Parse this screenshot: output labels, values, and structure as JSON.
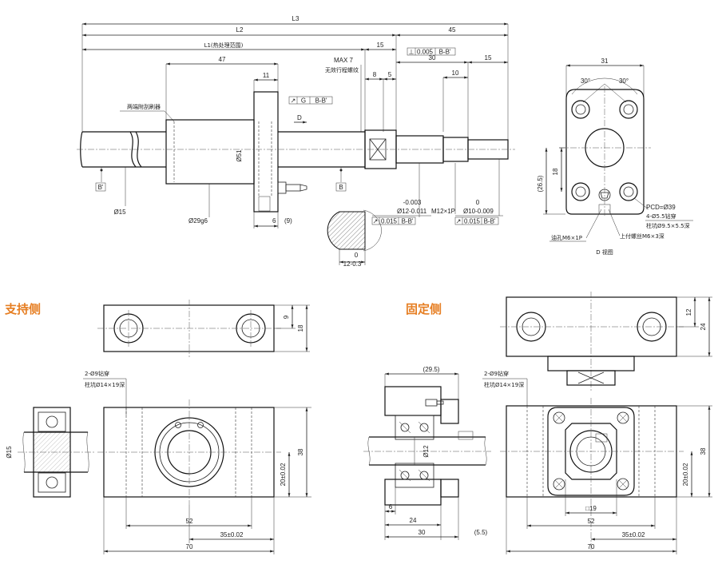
{
  "top_view": {
    "L3": "L3",
    "L2": "L2",
    "L1": "L1(热处理范围)",
    "d45": "45",
    "d15a": "15",
    "d47": "47",
    "max7": "MAX 7",
    "no_thread": "无效行程螺纹",
    "d11": "11",
    "d15b": "15",
    "d30": "30",
    "d8": "8",
    "d5": "5",
    "d10": "10",
    "tol_perp": "⊥",
    "tol_perp_val": "0.005",
    "tol_perp_ref": "B-B'",
    "wiper": "两端附刮刷器",
    "tol_run": "↗",
    "tol_G": "G",
    "tol_run_ref": "B-B'",
    "D": "D",
    "d51": "Ø51",
    "B1": "B'",
    "B2": "B",
    "d15c": "Ø15",
    "d29": "Ø29g6",
    "d6": "6",
    "d9": "(9)",
    "tol_a": "-0.003",
    "d12": "Ø12-0.011",
    "m12": "M12×1P",
    "tol_b": "0",
    "d10b": "Ø10-0.009",
    "run1": "0.015",
    "run1_ref": "B-B'",
    "run2": "0.015",
    "run2_ref": "B-B'",
    "key_0": "0",
    "key_12": "12-0.3"
  },
  "d_view": {
    "d31": "31",
    "a30l": "30°",
    "a30r": "30°",
    "d18": "18",
    "d26": "(26.5)",
    "pcd": "PCD=Ø39",
    "holes": "4-Ø5.5钻穿",
    "cbore": "柱坑Ø9.5×5.5深",
    "oil": "油孔M6×1P",
    "tap": "上付螺丝M6×3深",
    "caption": "D 视图"
  },
  "support": {
    "title": "支持侧",
    "title_color": "#e67e22",
    "d9": "9",
    "d18": "18",
    "holes": "2-Ø9钻穿",
    "cbore": "柱坑Ø14×19深",
    "d15": "Ø15",
    "d38": "38",
    "d20": "20±0.02",
    "d52": "52",
    "d35": "35±0.02",
    "d70": "70"
  },
  "fixed": {
    "title": "固定侧",
    "title_color": "#e67e22",
    "d12": "12",
    "d24": "24",
    "d295": "(29.5)",
    "holes": "2-Ø9钻穿",
    "cbore": "柱坑Ø14×19深",
    "d12b": "Ø12",
    "d6": "6",
    "d24b": "24",
    "d30": "30",
    "d55": "(5.5)",
    "sq19": "□19",
    "d38": "38",
    "d20": "20±0.02",
    "d52": "52",
    "d35": "35±0.02",
    "d70": "70"
  }
}
